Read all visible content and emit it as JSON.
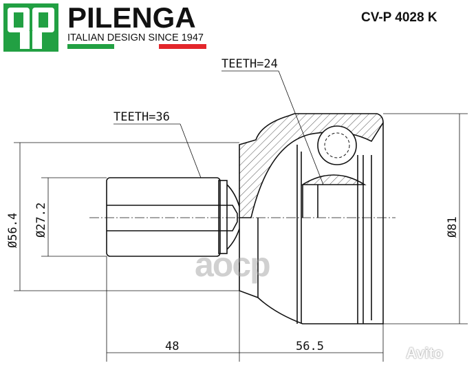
{
  "header": {
    "logo_mark": "qp",
    "brand": "PILENGA",
    "tagline": "ITALIAN DESIGN SINCE 1947",
    "part_number": "CV-P 4028 K",
    "colors": {
      "green": "#22a043",
      "red": "#e3262b"
    }
  },
  "drawing": {
    "teeth_outer": "TEETH=24",
    "teeth_shaft": "TEETH=36",
    "dim_outer_diameter": "Ø56.4",
    "dim_shaft_diameter": "Ø27.2",
    "dim_housing_diameter": "Ø81",
    "dim_shaft_length": "48",
    "dim_housing_length": "56.5"
  },
  "watermarks": {
    "center": "aocp",
    "corner": "Avito"
  }
}
